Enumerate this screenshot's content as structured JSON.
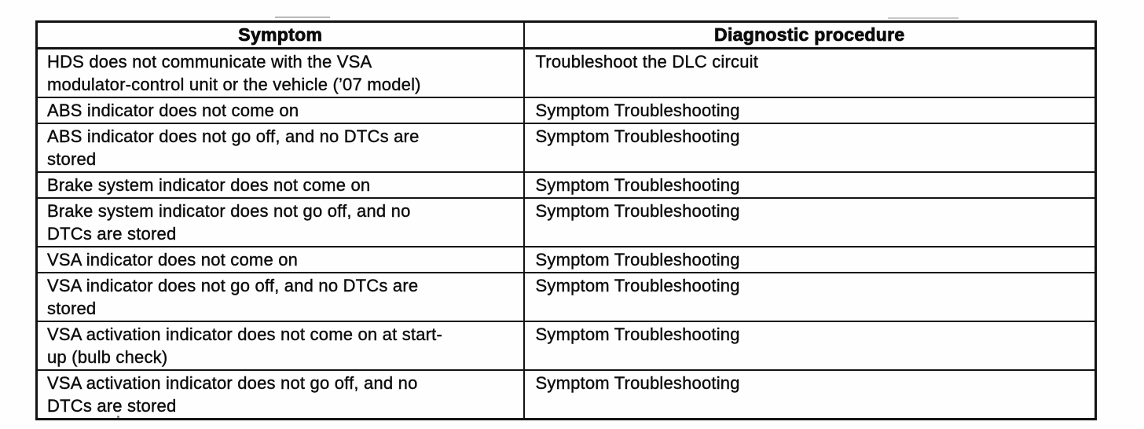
{
  "colors": {
    "ink": "#131313",
    "paper": "#fefefe"
  },
  "table": {
    "headers": [
      "Symptom",
      "Diagnostic procedure"
    ],
    "rows": [
      {
        "symptom": "HDS does not communicate with the VSA\nmodulator-control unit or the vehicle (’07 model)",
        "procedure": "Troubleshoot the DLC circuit"
      },
      {
        "symptom": "ABS indicator does not come on",
        "procedure": "Symptom Troubleshooting"
      },
      {
        "symptom": "ABS indicator does not go off, and no DTCs are\nstored",
        "procedure": "Symptom Troubleshooting"
      },
      {
        "symptom": "Brake system indicator does not come on",
        "procedure": "Symptom Troubleshooting"
      },
      {
        "symptom": "Brake system indicator does not go off, and no\nDTCs are stored",
        "procedure": "Symptom Troubleshooting"
      },
      {
        "symptom": "VSA indicator does not come on",
        "procedure": "Symptom Troubleshooting"
      },
      {
        "symptom": "VSA indicator does not go off, and no DTCs are\nstored",
        "procedure": "Symptom Troubleshooting"
      },
      {
        "symptom": "VSA activation indicator does not come on at start-\nup (bulb check)",
        "procedure": "Symptom Troubleshooting"
      },
      {
        "symptom": "VSA activation indicator does not go off, and no\nDTCs are stored",
        "procedure": "Symptom Troubleshooting"
      }
    ]
  }
}
